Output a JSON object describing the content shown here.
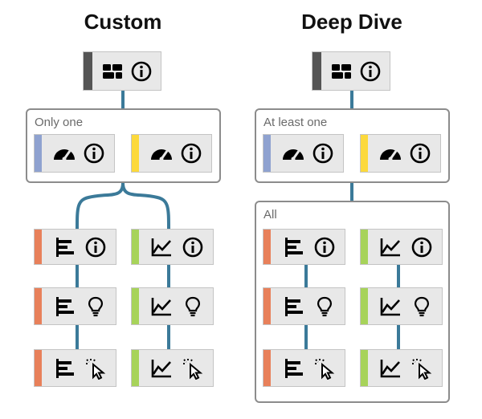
{
  "titles": {
    "left": "Custom",
    "right": "Deep Dive"
  },
  "groups": {
    "only_one": "Only one",
    "at_least_one": "At least one",
    "all": "All"
  },
  "colors": {
    "dashboard": "#555555",
    "kpi": "#8fa2d0",
    "kpi_alt": "#fcd93c",
    "bar": "#e8805a",
    "line": "#a7d35a",
    "connector": "#3b7a99"
  }
}
